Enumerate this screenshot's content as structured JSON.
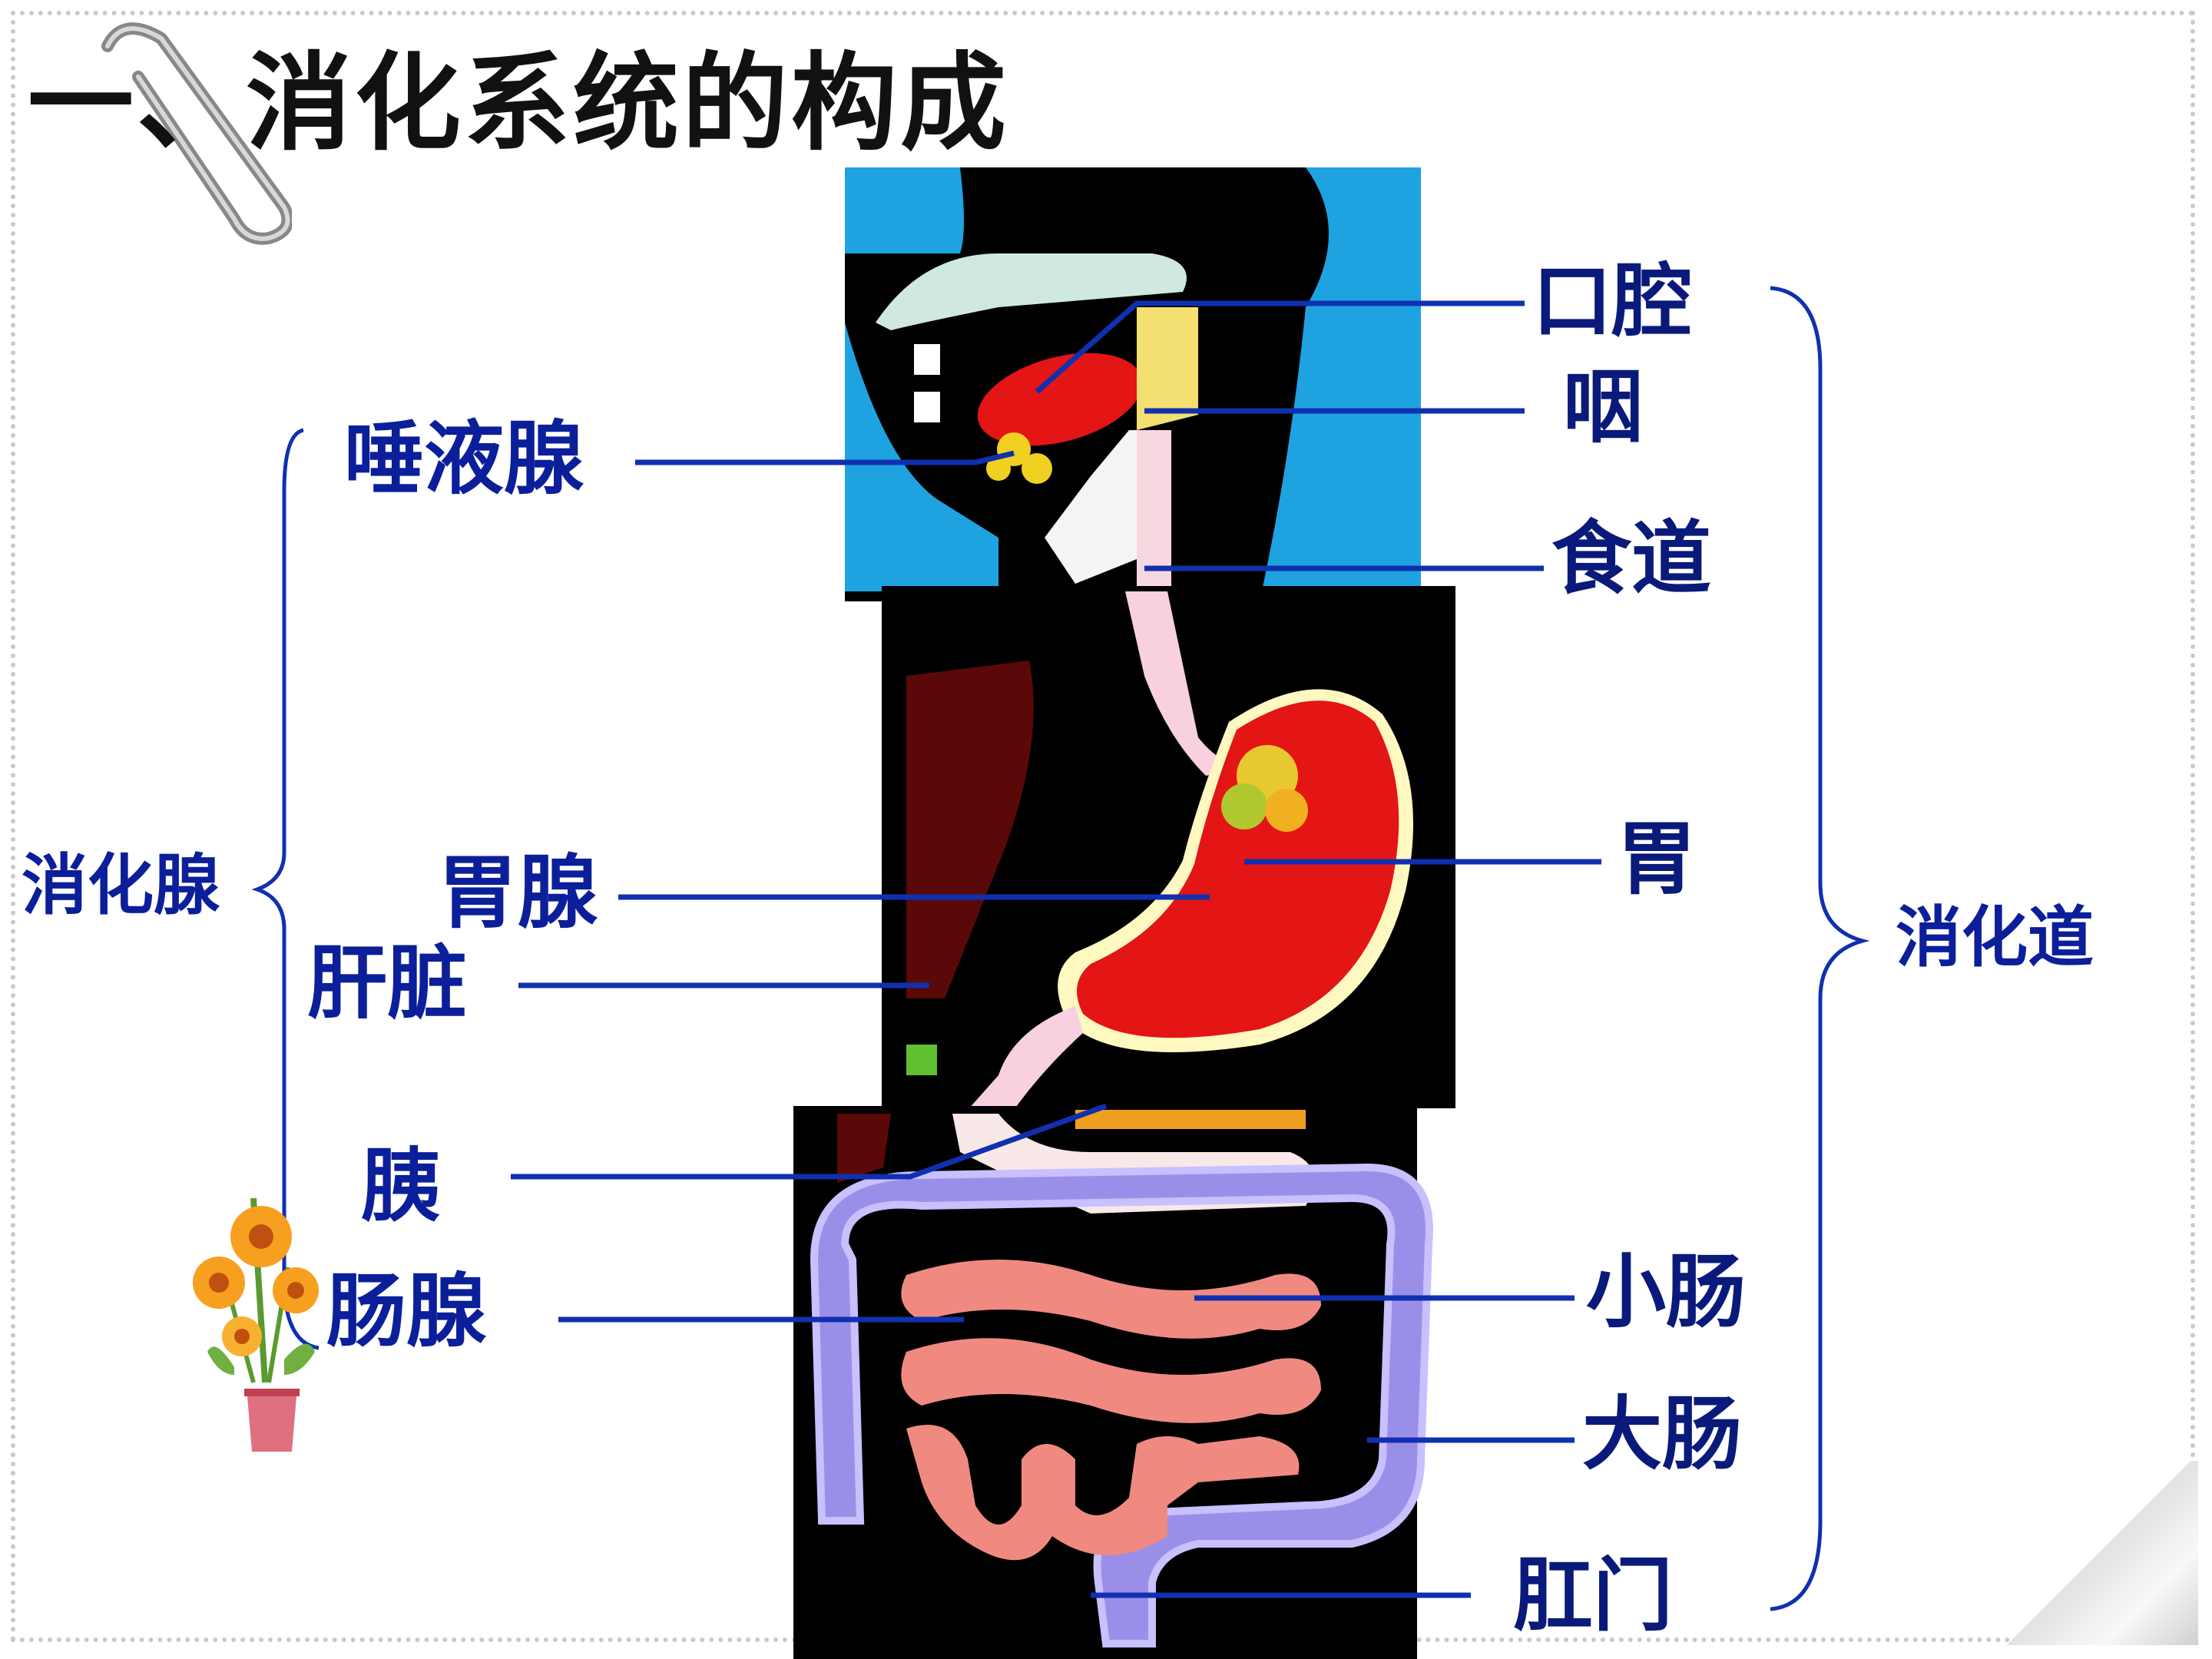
{
  "title": "一、消化系统的构成",
  "digestive_tract": {
    "group_label": "消化道",
    "organs": [
      "口腔",
      "咽",
      "食道",
      "胃",
      "小肠",
      "大肠",
      "肛门"
    ]
  },
  "digestive_glands": {
    "group_label": "消化腺",
    "organs": [
      "唾液腺",
      "胃腺",
      "肝脏",
      "胰",
      "肠腺"
    ]
  },
  "colors": {
    "label_blue": "#0b1f9a",
    "line_blue": "#1030b0",
    "stomach_red": "#e31515",
    "intestine_pink": "#f08a80",
    "colon_violet": "#9a8fe8",
    "background_blue": "#1ea3e0"
  }
}
